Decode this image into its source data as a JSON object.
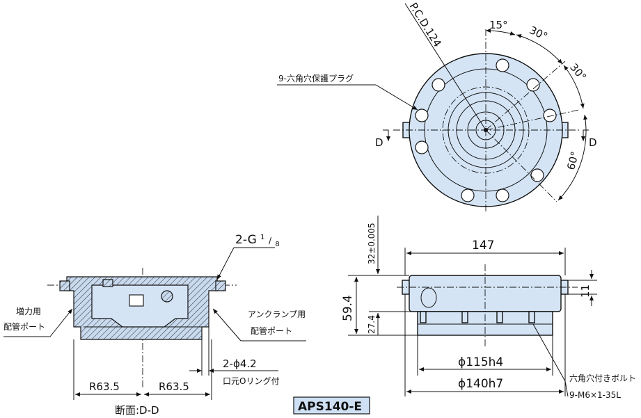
{
  "model": "APS140-E",
  "top_view": {
    "pcd_label": "P.C.D.124",
    "plug_label": "9-六角穴保護プラグ",
    "angles": [
      "15°",
      "30°",
      "30°",
      "60°"
    ],
    "section_mark_left": "D",
    "section_mark_right": "D"
  },
  "section_view": {
    "port_thread_label_main": "2-G",
    "port_thread_label_sup": "1",
    "port_thread_label_sub": "8",
    "boost_port_label_line1": "増力用",
    "boost_port_label_line2": "配管ポート",
    "unclamp_port_label_line1": "アンクランプ用",
    "unclamp_port_label_line2": "配管ポート",
    "hole_label": "2-ϕ4.2",
    "oring_label": "口元Oリング付",
    "radius_left": "R63.5",
    "radius_right": "R63.5",
    "section_title": "断面:D-D"
  },
  "side_view": {
    "dim_width": "147",
    "dim_height": "59.4",
    "dim_top_tol": "32±0.005",
    "dim_lower": "27.4",
    "dim_right": "11",
    "dim_spigot": "ϕ115h4",
    "dim_body": "ϕ140h7",
    "bolt_label_line1": "六角穴付きボルト",
    "bolt_label_line2": "9-M6×1-35L"
  }
}
